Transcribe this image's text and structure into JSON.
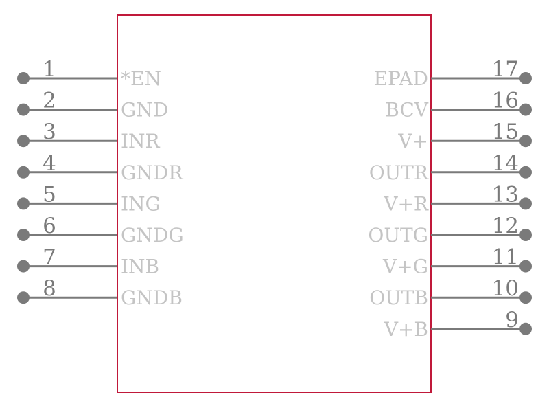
{
  "component": {
    "body_color": "#c0193a",
    "pin_color": "#7a7a7a",
    "label_color": "#c4c4c4",
    "left_pins": [
      {
        "number": "1",
        "label": "*EN"
      },
      {
        "number": "2",
        "label": "GND"
      },
      {
        "number": "3",
        "label": "INR"
      },
      {
        "number": "4",
        "label": "GNDR"
      },
      {
        "number": "5",
        "label": "ING"
      },
      {
        "number": "6",
        "label": "GNDG"
      },
      {
        "number": "7",
        "label": "INB"
      },
      {
        "number": "8",
        "label": "GNDB"
      }
    ],
    "right_pins": [
      {
        "number": "17",
        "label": "EPAD"
      },
      {
        "number": "16",
        "label": "BCV"
      },
      {
        "number": "15",
        "label": "V+"
      },
      {
        "number": "14",
        "label": "OUTR"
      },
      {
        "number": "13",
        "label": "V+R"
      },
      {
        "number": "12",
        "label": "OUTG"
      },
      {
        "number": "11",
        "label": "V+G"
      },
      {
        "number": "10",
        "label": "OUTB"
      },
      {
        "number": "9",
        "label": "V+B"
      }
    ]
  }
}
